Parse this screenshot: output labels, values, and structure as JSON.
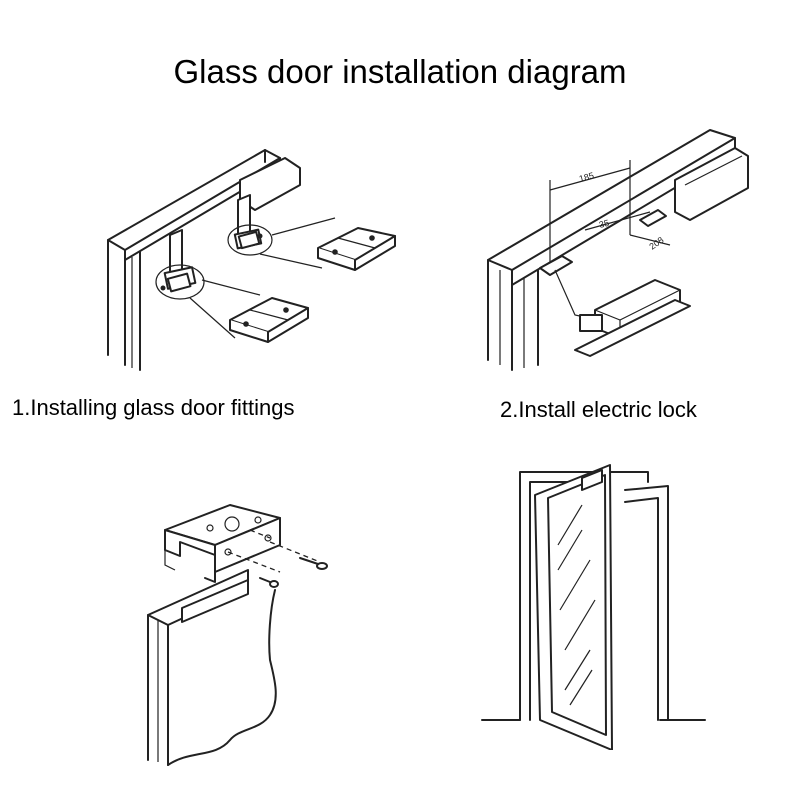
{
  "title": "Glass door installation diagram",
  "steps": [
    {
      "caption": "1.Installing glass door fittings"
    },
    {
      "caption": "2.Install electric lock"
    }
  ],
  "dimensions": {
    "upper": "185",
    "middle": "35",
    "lower": "208"
  }
}
